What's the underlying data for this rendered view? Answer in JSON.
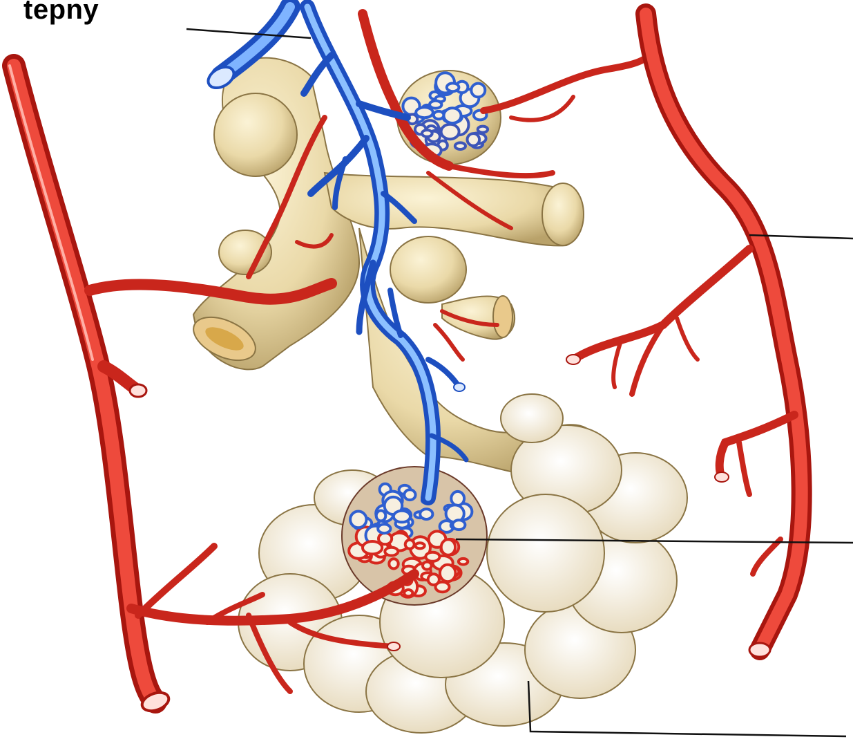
{
  "figure": {
    "heading": "tepny",
    "palette": {
      "artery": "#e5352a",
      "artery_dark": "#b01a14",
      "vein": "#2f6fe0",
      "vein_light": "#9cc8ff",
      "tissue": "#ead9a8",
      "tissue_shade": "#c9b47c",
      "leader": "#111111"
    },
    "leader_lines": [
      {
        "name": "leader-top-left"
      },
      {
        "name": "leader-right-artery"
      },
      {
        "name": "leader-right-capillary"
      },
      {
        "name": "leader-bottom-alveoli"
      }
    ]
  }
}
